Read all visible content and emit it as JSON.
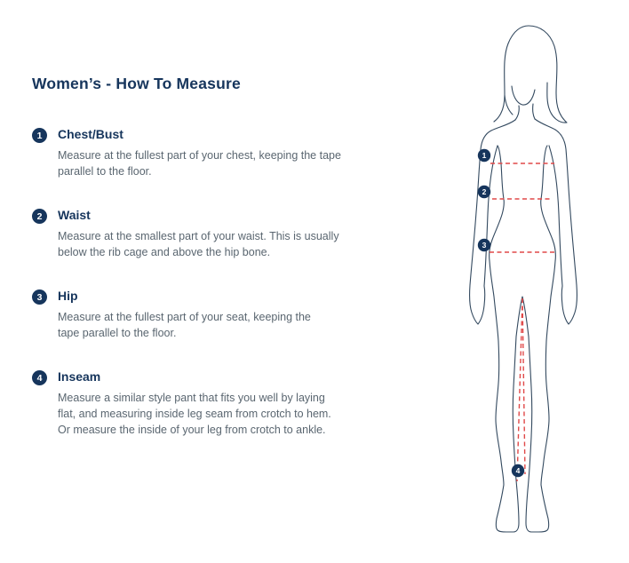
{
  "title": "Women’s - How To Measure",
  "colors": {
    "navy": "#16355c",
    "body_text_gray": "#5a6670",
    "measure_line_red": "#e04848",
    "figure_outline": "#33495f",
    "background": "#ffffff"
  },
  "steps": [
    {
      "num": "1",
      "label": "Chest/Bust",
      "desc": "Measure at the fullest part of your chest, keeping the tape\nparallel to the floor."
    },
    {
      "num": "2",
      "label": "Waist",
      "desc": "Measure at the smallest part of your waist. This is usually\nbelow the rib cage and above the hip bone."
    },
    {
      "num": "3",
      "label": "Hip",
      "desc": "Measure at the fullest part of your seat, keeping the\ntape parallel to the floor."
    },
    {
      "num": "4",
      "label": "Inseam",
      "desc": "Measure a similar style pant that fits you well by laying\nflat, and measuring inside leg seam from crotch to hem.\nOr measure the inside of your leg from crotch to ankle."
    }
  ],
  "figure": {
    "description": "Front-view outline illustration of a woman with dashed red measurement lines at chest, waist, hip and inseam",
    "marker_labels": [
      "1",
      "2",
      "3",
      "4"
    ]
  }
}
